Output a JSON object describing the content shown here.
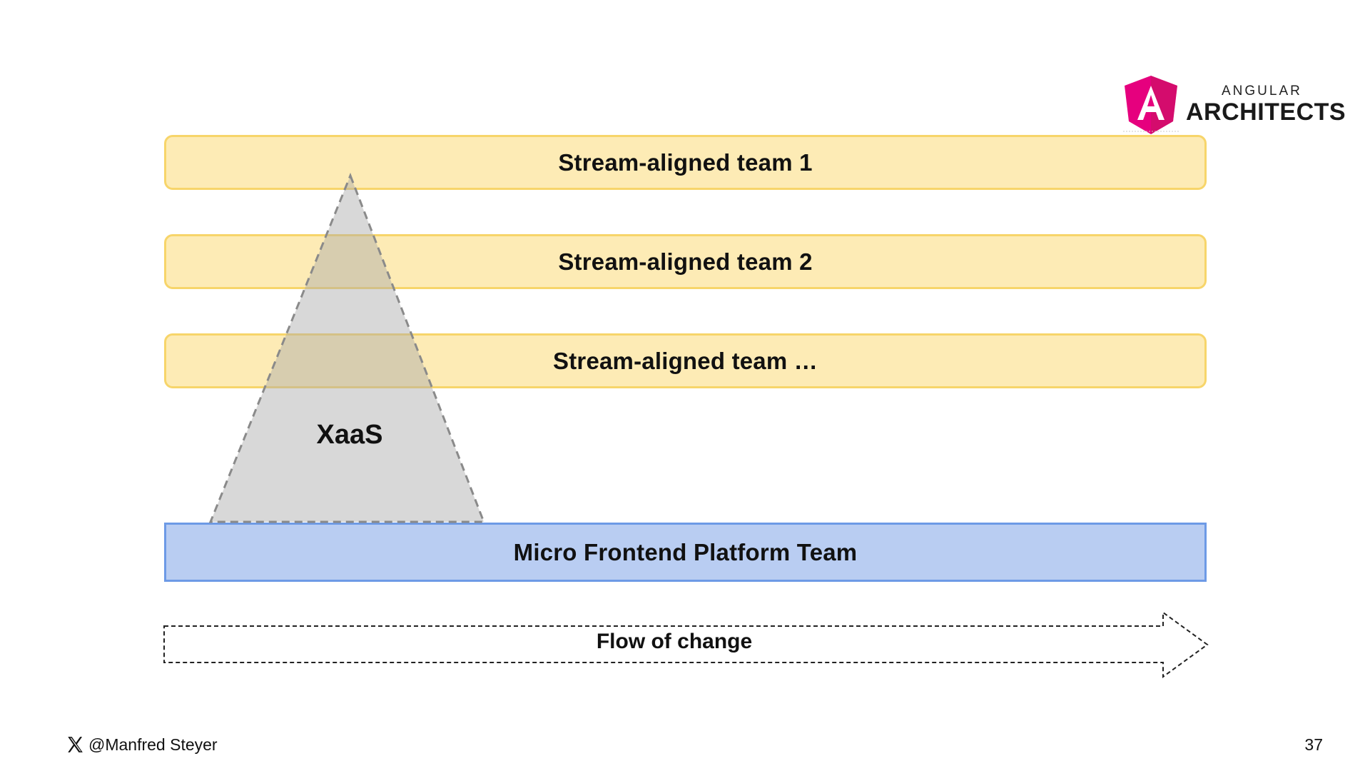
{
  "teams": [
    {
      "label": "Stream-aligned team 1"
    },
    {
      "label": "Stream-aligned team 2"
    },
    {
      "label": "Stream-aligned team …"
    }
  ],
  "platform": {
    "label": "Micro Frontend Platform Team"
  },
  "xaas": {
    "label": "XaaS"
  },
  "flow": {
    "label": "Flow of change"
  },
  "logo": {
    "small_text": "ANGULAR",
    "big_text": "ARCHITECTS",
    "icon": "angular-shield-icon"
  },
  "footer": {
    "handle": "@Manfred Steyer",
    "icon": "x-logo-icon",
    "page_number": "37"
  },
  "colors": {
    "team_fill": "#fdebb5",
    "team_border": "#f7d56a",
    "platform_fill": "#b9cdf2",
    "platform_border": "#6d9ae6",
    "xaas_fill": "#a9a9a9",
    "logo_magenta": "#e6007e"
  }
}
